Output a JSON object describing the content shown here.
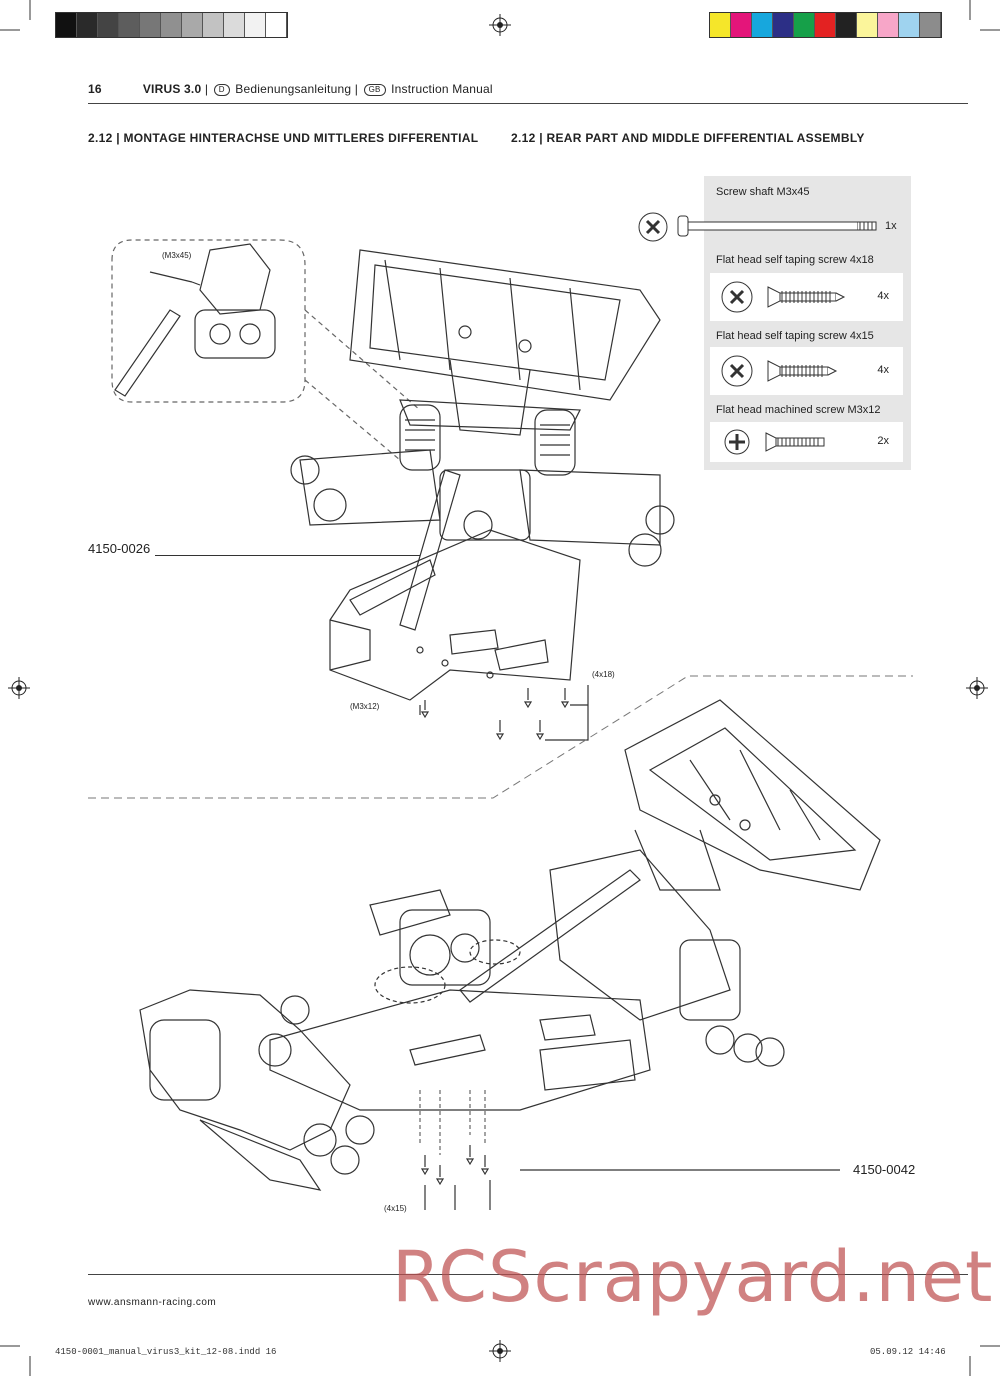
{
  "header": {
    "page_number": "16",
    "product": "VIRUS 3.0",
    "lang_d_badge": "D",
    "lang_d_label": "Bedienungsanleitung",
    "lang_gb_badge": "GB",
    "lang_gb_label": "Instruction Manual",
    "separator": "|"
  },
  "sections": {
    "left_title": "2.12 | MONTAGE HINTERACHSE UND MITTLERES DIFFERENTIAL",
    "right_title": "2.12 | REAR PART AND MIDDLE DIFFERENTIAL ASSEMBLY"
  },
  "parts_panel": {
    "items": [
      {
        "label": "Screw shaft   M3x45",
        "qty": "1x"
      },
      {
        "label": "Flat head self taping screw 4x18",
        "qty": "4x"
      },
      {
        "label": "Flat head self taping screw 4x15",
        "qty": "4x"
      },
      {
        "label": "Flat head machined screw   M3x12",
        "qty": "2x"
      }
    ]
  },
  "callouts": {
    "detail_m3x45": "(M3x45)",
    "m3x12": "(M3x12)",
    "x4_18": "(4x18)",
    "x4_15": "(4x15)",
    "part_upper": "4150-0026",
    "part_lower": "4150-0042"
  },
  "footer": {
    "url": "www.ansmann-racing.com",
    "slug_left": "4150-0001_manual_virus3_kit_12-08.indd   16",
    "slug_right": "05.09.12   14:46",
    "watermark": "RCScrapyard.net"
  },
  "colors": {
    "grey_bar": [
      "#111111",
      "#2a2a2a",
      "#444444",
      "#5d5d5d",
      "#777777",
      "#909090",
      "#a9a9a9",
      "#c2c2c2",
      "#dbdbdb",
      "#f2f2f2",
      "#ffffff"
    ],
    "color_bar": [
      "#f5e62a",
      "#e4157a",
      "#17a7dd",
      "#2c2f86",
      "#16a049",
      "#e32222",
      "#222222",
      "#fbf59b",
      "#f7a6c8",
      "#9fd3ef",
      "#8c8c8c"
    ],
    "watermark": "#be5050"
  }
}
